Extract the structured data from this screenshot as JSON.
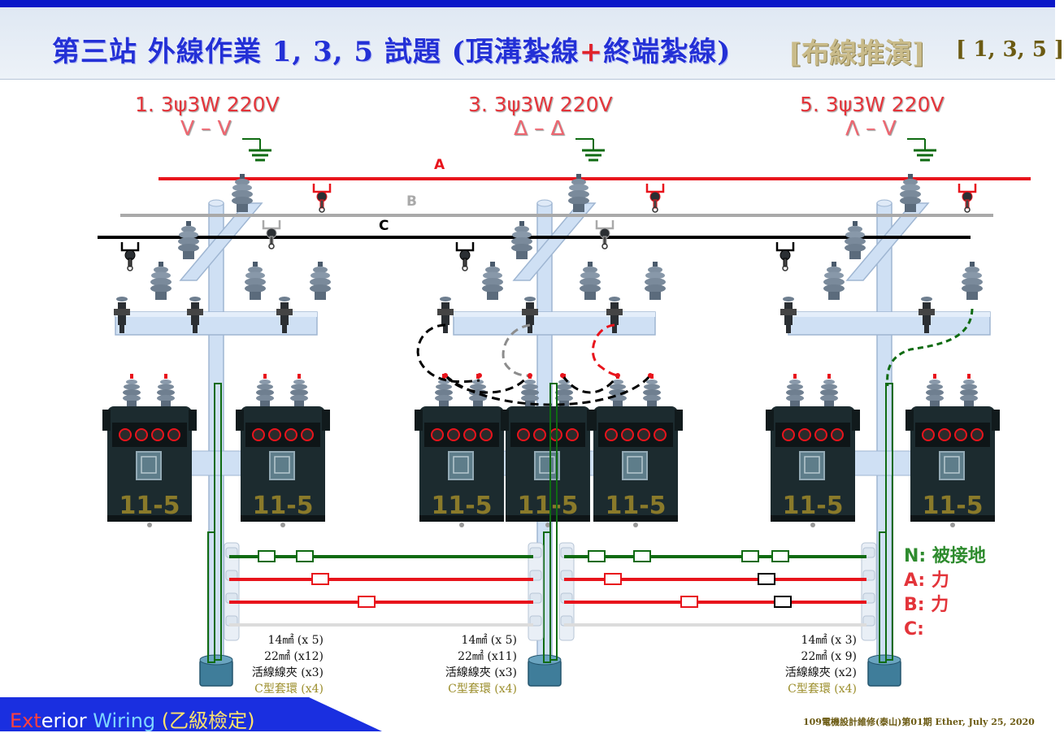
{
  "title": {
    "main": "第三站 外線作業 1, 3, 5 試題 (頂溝紮線",
    "plus": "+",
    "tail": "終端紮線)",
    "tag": "[布線推演]",
    "numbers": "[ 1, 3, 5 ]"
  },
  "configs": [
    {
      "line1": "1. 3ψ3W 220V",
      "line2": "V – V"
    },
    {
      "line1": "3. 3ψ3W 220V",
      "line2": "Δ – Δ"
    },
    {
      "line1": "5. 3ψ3W 220V",
      "line2": "Λ – V"
    }
  ],
  "wires": {
    "a": "A",
    "b": "B",
    "c": "C"
  },
  "transformer_label": "11-5",
  "materials": [
    {
      "item1": "14㎟ (x 5)",
      "item2": "22㎟ (x12)",
      "item3": "活線線夾 (x3)",
      "item4": "C型套環 (x4)"
    },
    {
      "item1": "14㎟ (x 5)",
      "item2": "22㎟ (x11)",
      "item3": "活線線夾 (x3)",
      "item4": "C型套環 (x4)"
    },
    {
      "item1": "14㎟ (x 3)",
      "item2": "22㎟ (x 9)",
      "item3": "活線線夾 (x2)",
      "item4": "C型套環 (x4)"
    }
  ],
  "legend": [
    {
      "text": "N: 被接地",
      "color": "#2e8b2e"
    },
    {
      "text": "A: 力",
      "color": "#e3343a"
    },
    {
      "text": "B: 力",
      "color": "#e3343a"
    },
    {
      "text": "C:",
      "color": "#e3343a"
    }
  ],
  "footer": {
    "ext": "Ext",
    "erior": "erior",
    "wiring": "Wiring",
    "grade": "(乙級檢定)"
  },
  "credit": "109電機設計維修(泰山)第01期 Ether, July 25, 2020",
  "colors": {
    "phase_a": "#e8141c",
    "phase_b": "#a9a9a9",
    "phase_c": "#000000",
    "neutral": "#0f6b12",
    "title": "#2330d6"
  }
}
